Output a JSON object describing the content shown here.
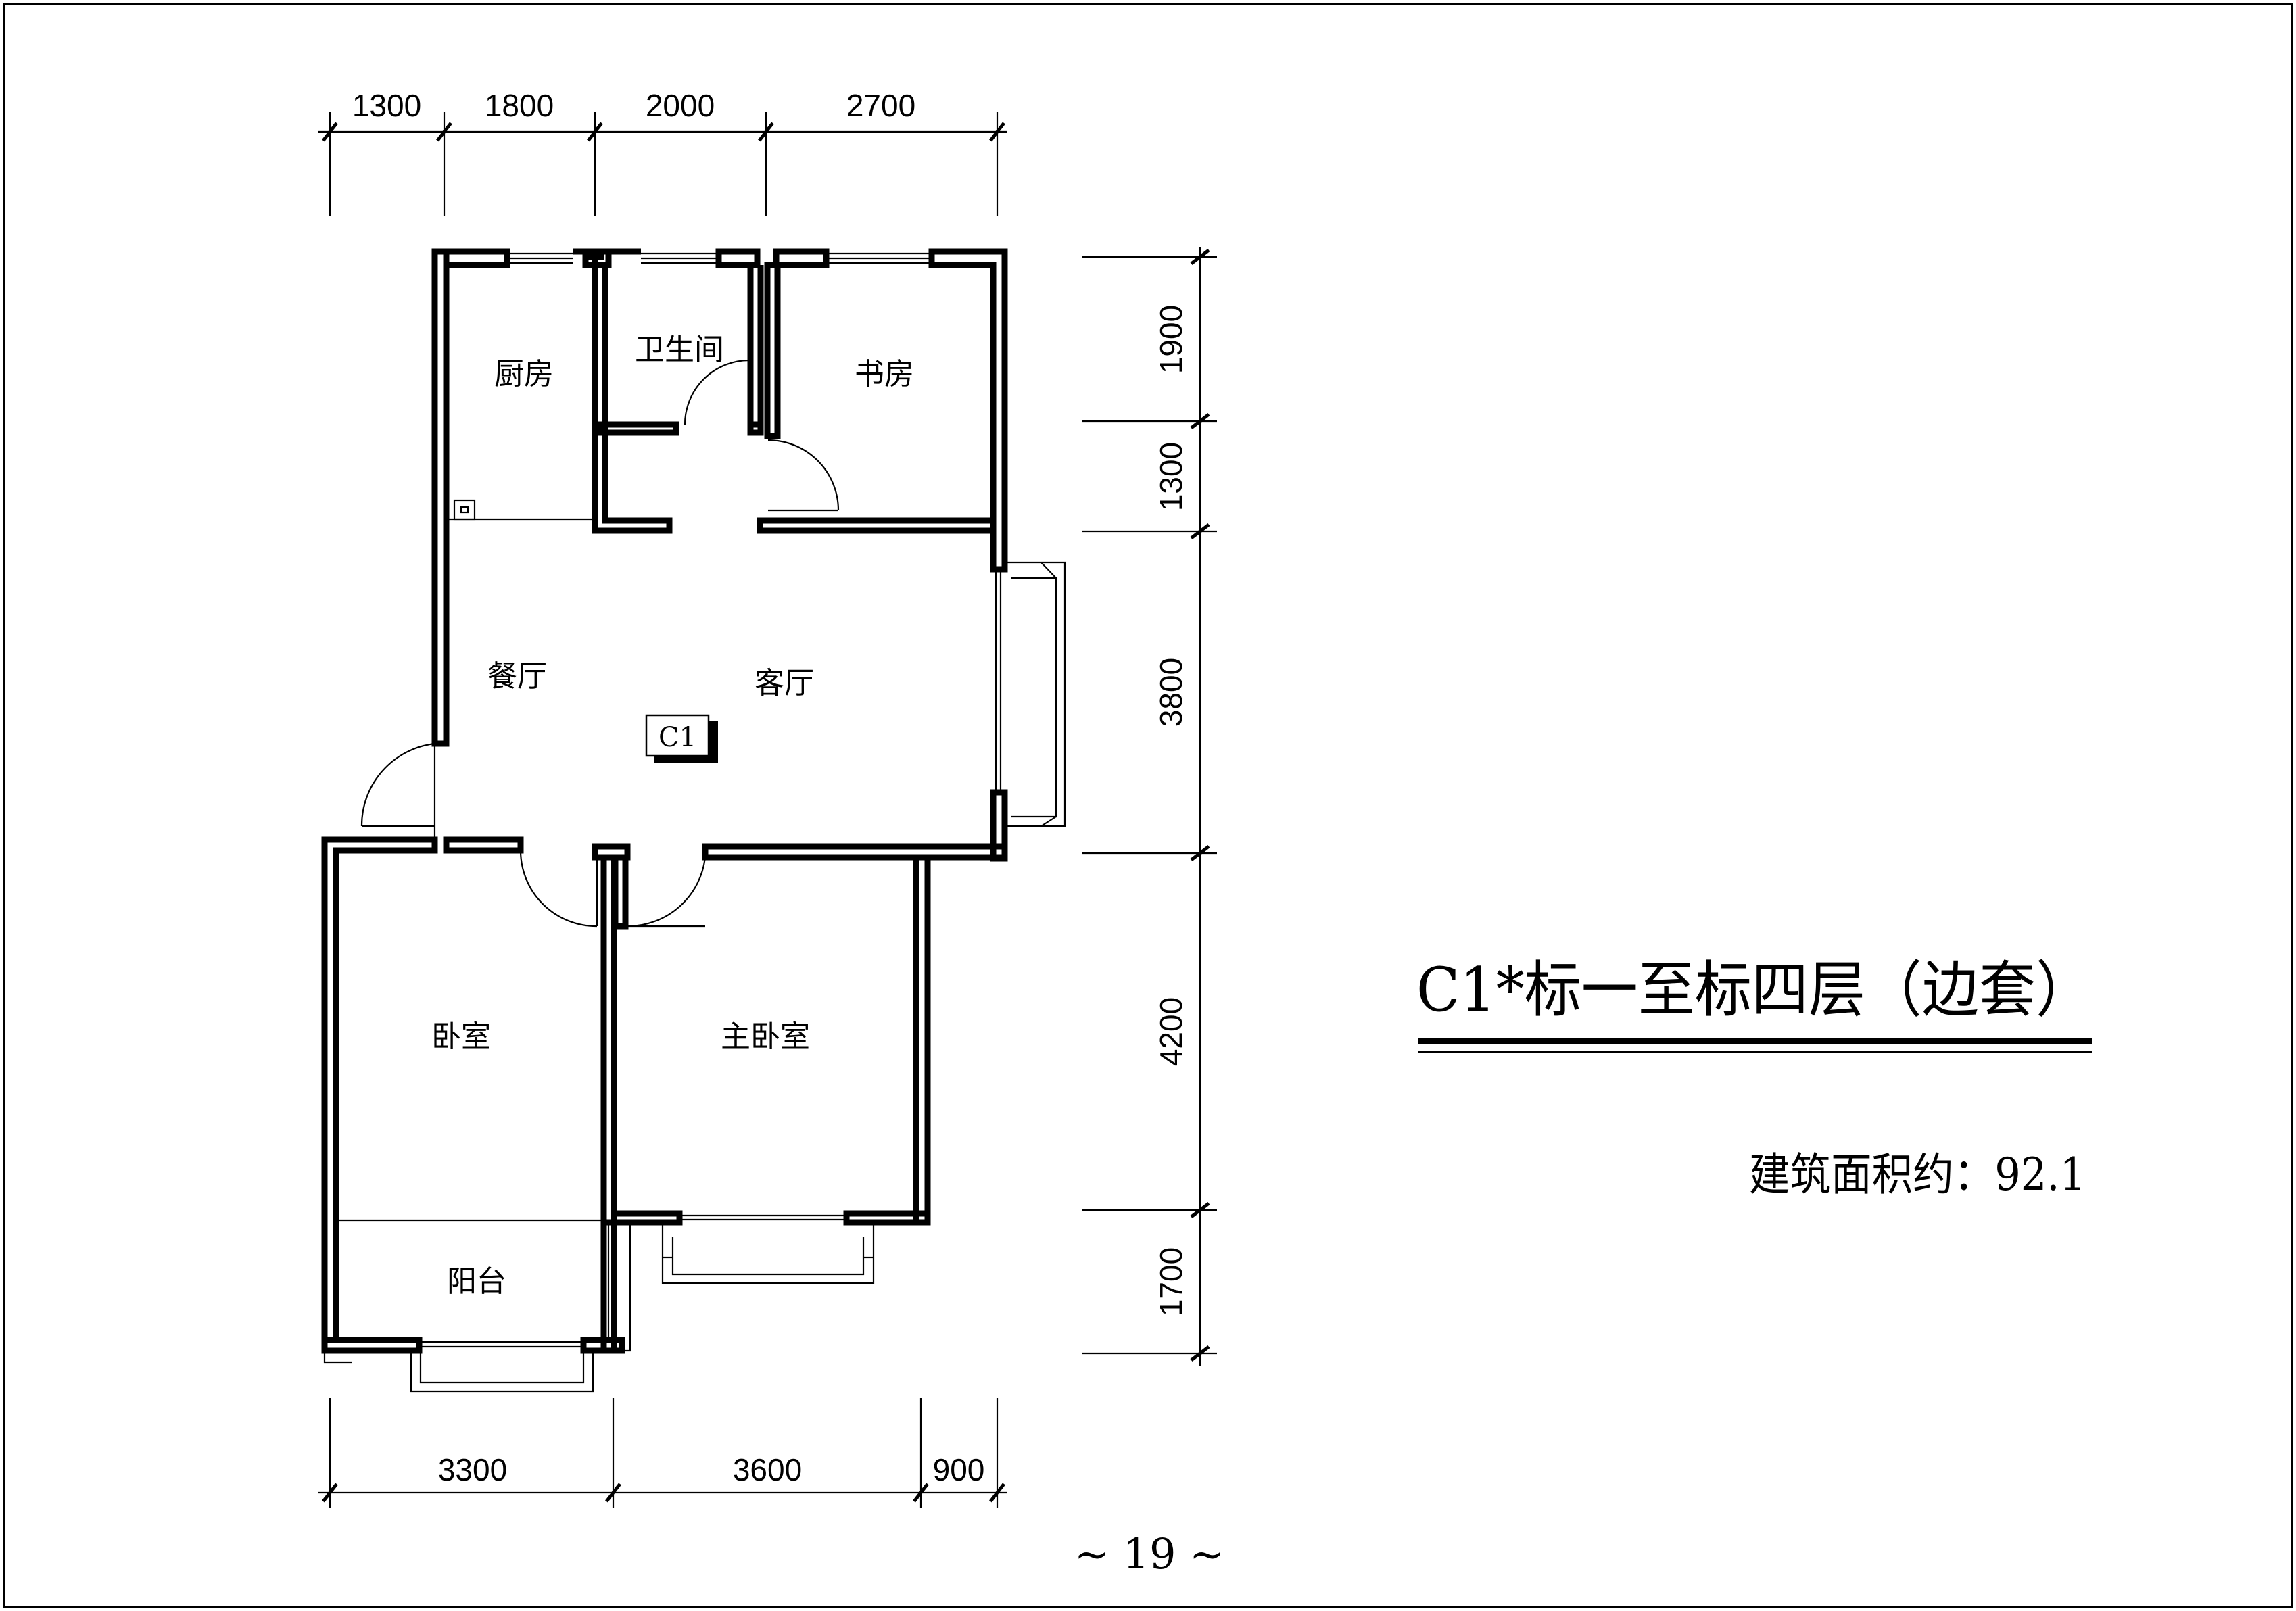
{
  "drawing": {
    "title": "C1*标一至标四层（边套）",
    "area_label": "建筑面积约：92.1",
    "page_number": "~ 19 ~",
    "unit_tag": "C1",
    "colors": {
      "line": "#000000",
      "paper": "#ffffff"
    }
  },
  "rooms": {
    "kitchen": "厨房",
    "bathroom": "卫生间",
    "study": "书房",
    "dining": "餐厅",
    "living": "客厅",
    "bedroom": "卧室",
    "master_bedroom": "主卧室",
    "balcony": "阳台"
  },
  "dimensions": {
    "top": [
      "1300",
      "1800",
      "2000",
      "2700"
    ],
    "right": [
      "1900",
      "1300",
      "3800",
      "4200",
      "1700"
    ],
    "bottom": [
      "3300",
      "3600",
      "900"
    ]
  }
}
